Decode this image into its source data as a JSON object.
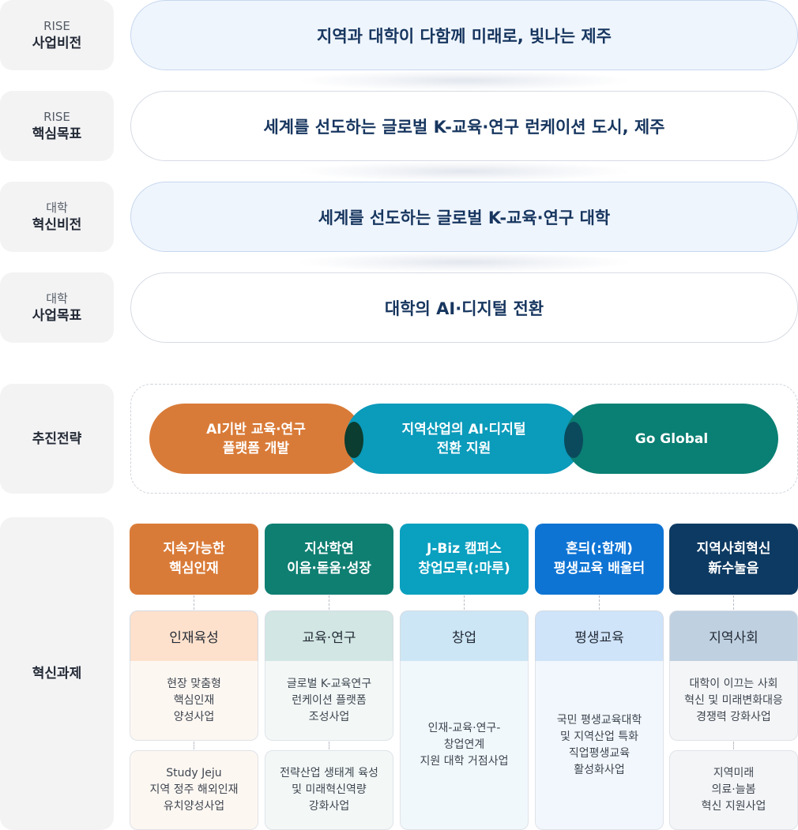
{
  "rows": {
    "rise_vision": {
      "sub": "RISE",
      "main": "사업비전",
      "text": "지역과 대학이 다함께 미래로, 빛나는 제주"
    },
    "rise_goal": {
      "sub": "RISE",
      "main": "핵심목표",
      "text": "세계를 선도하는 글로벌 K-교육·연구 런케이션 도시, 제주"
    },
    "univ_vision": {
      "sub": "대학",
      "main": "혁신비전",
      "text": "세계를 선도하는 글로벌 K-교육·연구 대학"
    },
    "univ_goal": {
      "sub": "대학",
      "main": "사업목표",
      "text": "대학의 AI·디지털 전환"
    }
  },
  "strategy": {
    "label": "추진전략",
    "items": [
      {
        "line1": "AI기반 교육·연구",
        "line2": "플랫폼 개발",
        "color": "#d97b38"
      },
      {
        "line1": "지역산업의 AI·디지털",
        "line2": "전환 지원",
        "color": "#0b9bbb"
      },
      {
        "line1": "Go Global",
        "line2": "",
        "color": "#0a7f73"
      }
    ]
  },
  "tasks": {
    "label": "혁신과제",
    "columns": [
      {
        "head1": "지속가능한",
        "head2": "핵심인재",
        "head_color": "#d97b38",
        "category": "인재육성",
        "cat_bg": "#fde1cc",
        "card_bg": "#fdf7f2",
        "item1": [
          "현장 맞춤형",
          "핵심인재",
          "양성사업"
        ],
        "item2": [
          "Study Jeju",
          "지역 정주 해외인재",
          "유치양성사업"
        ]
      },
      {
        "head1": "지산학연",
        "head2": "이음·돋움·성장",
        "head_color": "#0f7f72",
        "category": "교육·연구",
        "cat_bg": "#d2e7e4",
        "card_bg": "#f3f8f7",
        "item1": [
          "글로벌 K-교육연구",
          "런케이션 플랫폼",
          "조성사업"
        ],
        "item2": [
          "전략산업 생태계 육성",
          "및 미래혁신역량",
          "강화사업"
        ]
      },
      {
        "head1": "J-Biz 캠퍼스",
        "head2": "창업모루(:마루)",
        "head_color": "#0aa0c0",
        "category": "창업",
        "cat_bg": "#cce6f5",
        "card_bg": "#f1f8fc",
        "item1": [
          "인재-교육·연구-",
          "창업연계",
          "지원 대학 거점사업"
        ]
      },
      {
        "head1": "혼듸(:함께)",
        "head2": "평생교육 배울터",
        "head_color": "#0e74d4",
        "category": "평생교육",
        "cat_bg": "#cfe3f9",
        "card_bg": "#f2f7fd",
        "item1": [
          "국민 평생교육대학",
          "및 지역산업 특화",
          "직업평생교육",
          "활성화사업"
        ]
      },
      {
        "head1": "지역사회혁신",
        "head2": "新수눌음",
        "head_color": "#0d3a62",
        "category": "지역사회",
        "cat_bg": "#bfd0e0",
        "card_bg": "#f4f5f7",
        "item1": [
          "대학이 이끄는 사회",
          "혁신 및 미래변화대응",
          "경쟁력 강화사업"
        ],
        "item2": [
          "지역미래",
          "의료·늘봄",
          "혁신 지원사업"
        ]
      }
    ]
  }
}
